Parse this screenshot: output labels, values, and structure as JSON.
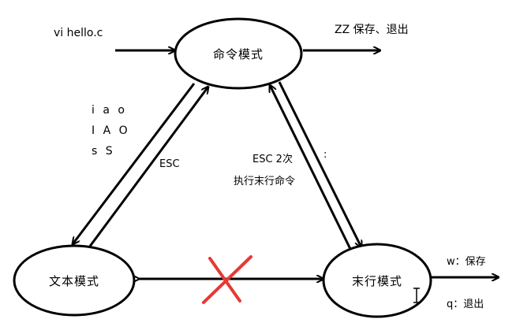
{
  "nodes": {
    "command_mode": "命令模式",
    "text_mode": "文本模式",
    "lastline_mode": "末行模式"
  },
  "edges": {
    "entry_command": "vi hello.c",
    "exit_zz": "ZZ 保存、退出",
    "insert_keys": [
      "i a o",
      "I A O",
      "s S"
    ],
    "esc_back": "ESC",
    "esc_twice_line1": "ESC 2次",
    "esc_twice_line2": "执行末行命令",
    "colon_key": ":",
    "write_save": "w：保存",
    "quit_exit": "q：退出"
  },
  "colors": {
    "stroke": "#000000",
    "cross": "#e53935"
  }
}
